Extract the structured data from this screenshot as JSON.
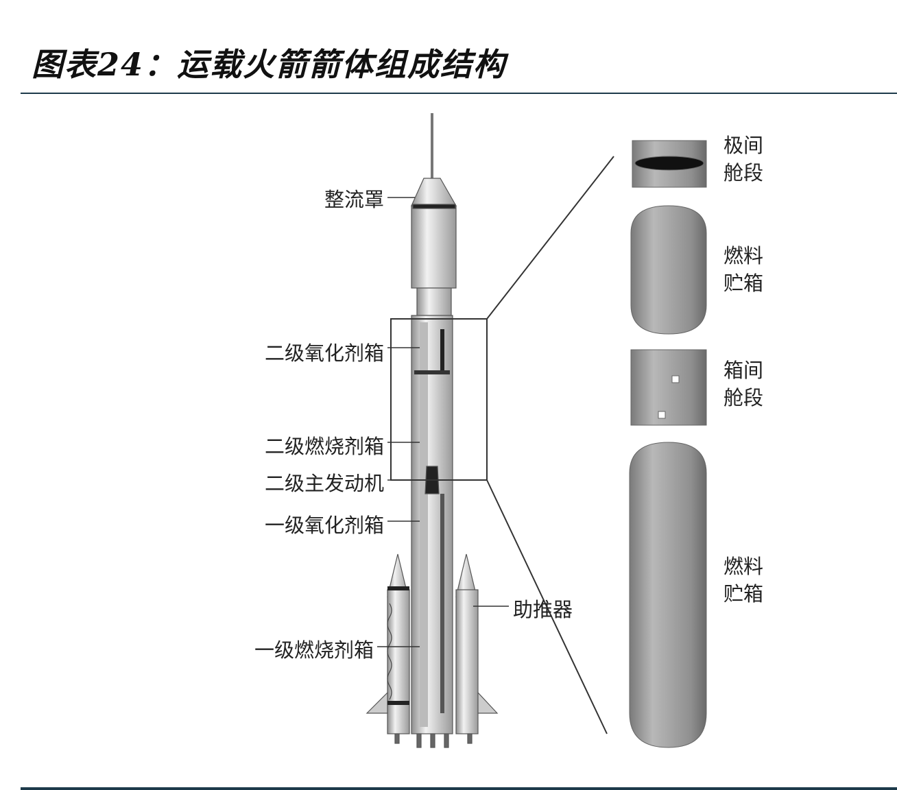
{
  "title": "图表24：运载火箭箭体组成结构",
  "rocket_labels": {
    "fairing": "整流罩",
    "second_oxidizer_tank": "二级氧化剂箱",
    "second_fuel_tank": "二级燃烧剂箱",
    "second_main_engine": "二级主发动机",
    "first_oxidizer_tank": "一级氧化剂箱",
    "booster": "助推器",
    "first_fuel_tank": "一级燃烧剂箱"
  },
  "parts": [
    {
      "line1": "极间",
      "line2": "舱段"
    },
    {
      "line1": "燃料",
      "line2": "贮箱"
    },
    {
      "line1": "箱间",
      "line2": "舱段"
    },
    {
      "line1": "燃料",
      "line2": "贮箱"
    }
  ]
}
